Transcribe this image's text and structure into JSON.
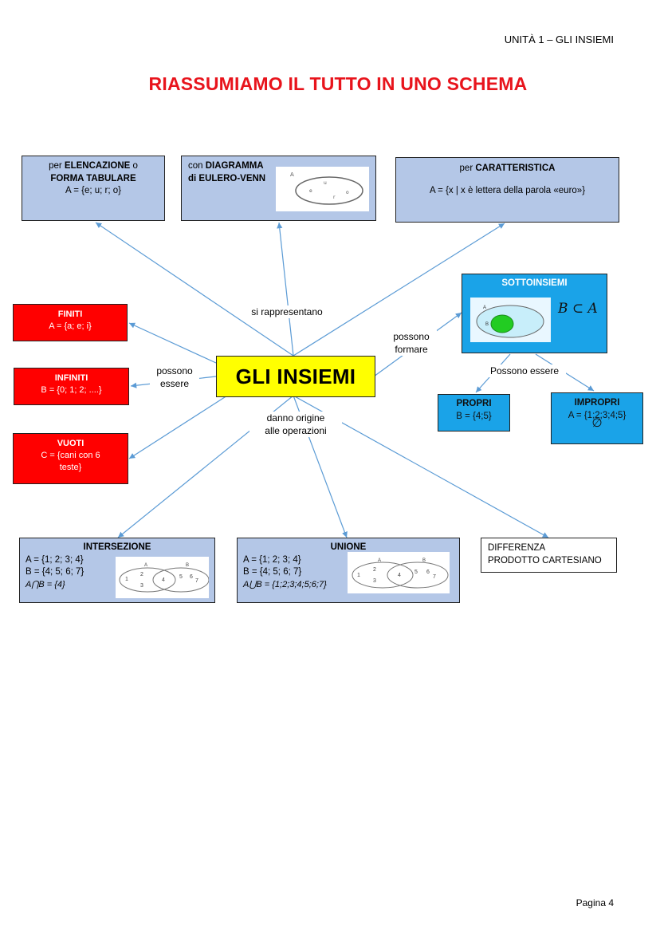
{
  "header": {
    "unit": "UNITÀ 1 – GLI INSIEMI"
  },
  "title": "RIASSUMIAMO IL TUTTO IN UNO SCHEMA",
  "center": {
    "label": "GLI INSIEMI"
  },
  "representation": {
    "connector_label": "si rappresentano",
    "tabular": {
      "line1_prefix": "per ",
      "line1_bold": "ELENCAZIONE",
      "line1_suffix": " o",
      "line2": "FORMA TABULARE",
      "line3": "A = {e; u; r; o}"
    },
    "venn": {
      "prefix": "con ",
      "bold1": "DIAGRAMMA",
      "bold2": "di EULERO-VENN",
      "set_label": "A",
      "elements": [
        "e",
        "u",
        "r",
        "o"
      ]
    },
    "characteristic": {
      "prefix": "per ",
      "bold": "CARATTERISTICA",
      "formula": "A = {x | x è lettera della parola «euro»}"
    }
  },
  "kinds": {
    "connector_label_1": "possono",
    "connector_label_2": "essere",
    "finiti": {
      "title": "FINITI",
      "example": "A = {a; e; i}"
    },
    "infiniti": {
      "title": "INFINITI",
      "example": "B = {0; 1; 2; ....}"
    },
    "vuoti": {
      "title": "VUOTI",
      "example_1": "C = {cani con 6",
      "example_2": "teste}"
    }
  },
  "subsets": {
    "connector_label_1": "possono",
    "connector_label_2": "formare",
    "title": "SOTTOINSIEMI",
    "notation": "B ⊂ A",
    "venn_labels": [
      "A",
      "B"
    ],
    "connector_label_3": "Possono essere",
    "propri": {
      "title": "PROPRI",
      "example": "B = {4;5}"
    },
    "impropri": {
      "title": "IMPROPRI",
      "example": "A = {1;2;3;4;5}",
      "empty": "∅"
    }
  },
  "operations": {
    "connector_label_1": "danno origine",
    "connector_label_2": "alle operazioni",
    "intersezione": {
      "title": "INTERSEZIONE",
      "line1": "A = {1; 2; 3; 4}",
      "line2": "B = {4; 5; 6; 7}",
      "result": "A⋂B = {4}",
      "venn_labels": [
        "A",
        "B"
      ],
      "venn_numbers": [
        "1",
        "2",
        "3",
        "4",
        "5",
        "6",
        "7"
      ]
    },
    "unione": {
      "title": "UNIONE",
      "line1": "A = {1; 2; 3; 4}",
      "line2": "B = {4; 5; 6; 7}",
      "result": "A⋃B = {1;2;3;4;5;6;7}",
      "venn_labels": [
        "A",
        "B"
      ],
      "venn_numbers": [
        "1",
        "2",
        "3",
        "4",
        "5",
        "6",
        "7"
      ]
    },
    "differenza": {
      "line1": "DIFFERENZA",
      "line2": "PRODOTTO CARTESIANO"
    }
  },
  "colors": {
    "title": "#e8141c",
    "center": "#ffff00",
    "lightblue": "#b4c7e7",
    "red": "#ff0000",
    "cyan": "#1aa3e8",
    "arrow": "#5b9bd5",
    "green": "#22cc22"
  },
  "footer": {
    "page": "Pagina 4"
  }
}
